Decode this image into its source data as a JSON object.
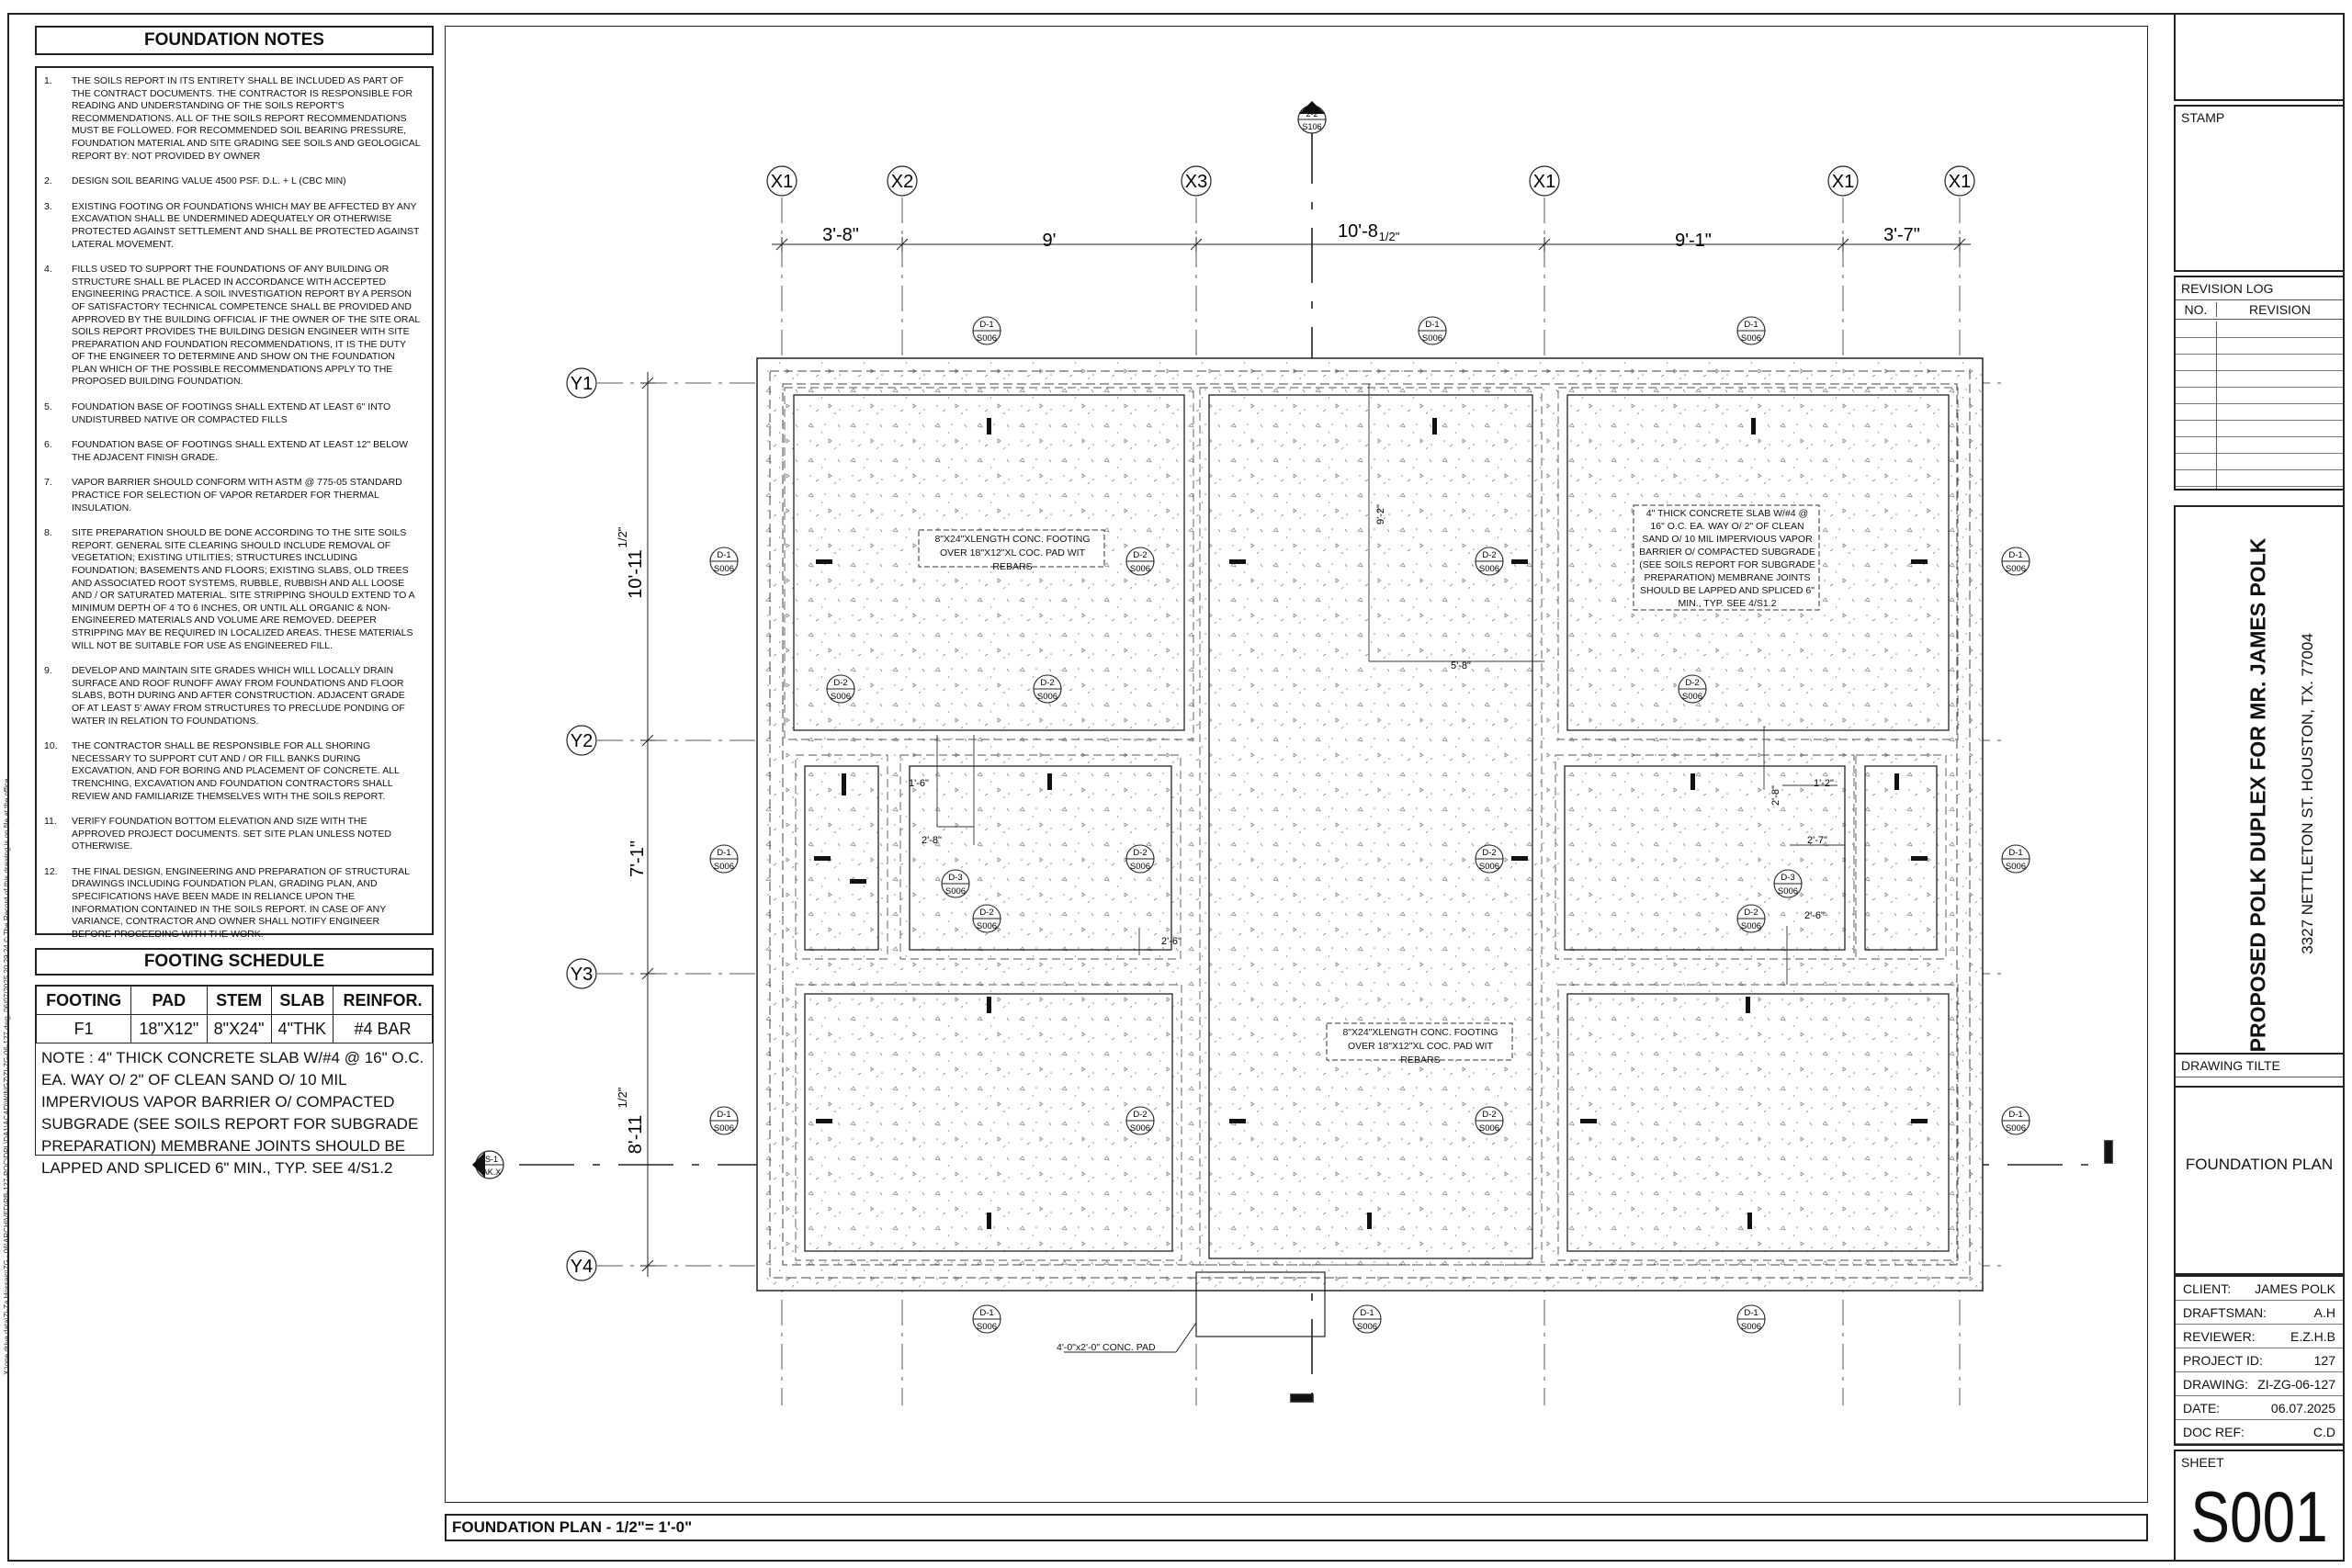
{
  "vertical_note": "X:\\one drive data\\Zi-Za Hossain\\ZG - 06\\ARCHIVED\\PB-127-POC\\DPL\\DA1\\ACAD\\WINGZ\\ZI-ZG-06-127.dwg, 06/07/2025 20:29:24  © The Record of this drawing is on file at the office",
  "foundation_notes": {
    "title": "FOUNDATION NOTES",
    "items": [
      {
        "num": "1.",
        "text": "THE SOILS REPORT IN ITS ENTIRETY SHALL BE INCLUDED AS PART OF THE CONTRACT DOCUMENTS. THE CONTRACTOR IS RESPONSIBLE FOR READING AND UNDERSTANDING OF THE SOILS REPORT'S RECOMMENDATIONS. ALL OF THE SOILS REPORT RECOMMENDATIONS MUST BE FOLLOWED. FOR RECOMMENDED SOIL BEARING PRESSURE, FOUNDATION MATERIAL AND SITE GRADING SEE SOILS AND GEOLOGICAL REPORT BY: NOT PROVIDED BY OWNER"
      },
      {
        "num": "2.",
        "text": "DESIGN SOIL BEARING VALUE 4500 PSF. D.L. + L (CBC MIN)"
      },
      {
        "num": "3.",
        "text": "EXISTING FOOTING OR FOUNDATIONS WHICH MAY BE AFFECTED BY ANY EXCAVATION SHALL BE UNDERMINED ADEQUATELY OR OTHERWISE PROTECTED AGAINST SETTLEMENT AND SHALL BE PROTECTED AGAINST LATERAL MOVEMENT."
      },
      {
        "num": "4.",
        "text": "FILLS USED TO SUPPORT THE FOUNDATIONS OF ANY BUILDING OR STRUCTURE SHALL BE PLACED IN ACCORDANCE WITH ACCEPTED ENGINEERING PRACTICE. A SOIL INVESTIGATION REPORT BY A PERSON OF SATISFACTORY TECHNICAL COMPETENCE SHALL BE PROVIDED AND APPROVED BY THE BUILDING OFFICIAL IF THE OWNER OF THE SITE ORAL SOILS REPORT PROVIDES THE BUILDING DESIGN ENGINEER WITH SITE PREPARATION AND FOUNDATION RECOMMENDATIONS, IT IS THE DUTY OF THE ENGINEER TO DETERMINE AND SHOW ON THE FOUNDATION PLAN WHICH OF THE POSSIBLE RECOMMENDATIONS APPLY TO THE PROPOSED BUILDING FOUNDATION."
      },
      {
        "num": "5.",
        "text": "FOUNDATION BASE OF FOOTINGS SHALL EXTEND AT LEAST 6\" INTO UNDISTURBED NATIVE OR COMPACTED FILLS"
      },
      {
        "num": "6.",
        "text": "FOUNDATION BASE OF FOOTINGS SHALL EXTEND AT LEAST 12\" BELOW THE ADJACENT FINISH GRADE."
      },
      {
        "num": "7.",
        "text": "VAPOR BARRIER SHOULD CONFORM WITH ASTM @ 775-05 STANDARD PRACTICE FOR SELECTION OF VAPOR RETARDER FOR THERMAL INSULATION."
      },
      {
        "num": "8.",
        "text": "SITE PREPARATION SHOULD BE DONE ACCORDING TO THE SITE SOILS REPORT. GENERAL SITE CLEARING SHOULD INCLUDE REMOVAL OF VEGETATION; EXISTING UTILITIES; STRUCTURES INCLUDING FOUNDATION; BASEMENTS AND FLOORS; EXISTING SLABS, OLD TREES AND ASSOCIATED ROOT SYSTEMS, RUBBLE, RUBBISH AND ALL LOOSE AND / OR SATURATED MATERIAL. SITE STRIPPING SHOULD EXTEND TO A MINIMUM DEPTH OF 4 TO 6 INCHES, OR UNTIL ALL ORGANIC & NON-ENGINEERED MATERIALS AND VOLUME ARE REMOVED. DEEPER STRIPPING MAY BE REQUIRED IN LOCALIZED AREAS. THESE MATERIALS WILL NOT BE SUITABLE FOR USE AS ENGINEERED FILL."
      },
      {
        "num": "9.",
        "text": "DEVELOP AND MAINTAIN SITE GRADES WHICH WILL LOCALLY DRAIN SURFACE AND ROOF RUNOFF AWAY FROM FOUNDATIONS AND FLOOR SLABS, BOTH DURING AND AFTER CONSTRUCTION. ADJACENT GRADE OF AT LEAST 5' AWAY FROM STRUCTURES TO PRECLUDE PONDING OF WATER IN RELATION TO FOUNDATIONS."
      },
      {
        "num": "10.",
        "text": "THE CONTRACTOR SHALL BE RESPONSIBLE FOR ALL SHORING NECESSARY TO SUPPORT CUT AND / OR FILL BANKS DURING EXCAVATION, AND FOR BORING AND PLACEMENT OF CONCRETE. ALL TRENCHING, EXCAVATION AND FOUNDATION CONTRACTORS SHALL REVIEW AND FAMILIARIZE THEMSELVES WITH THE SOILS REPORT."
      },
      {
        "num": "11.",
        "text": "VERIFY FOUNDATION BOTTOM ELEVATION AND SIZE WITH THE APPROVED PROJECT DOCUMENTS. SET SITE PLAN UNLESS NOTED OTHERWISE."
      },
      {
        "num": "12.",
        "text": "THE FINAL DESIGN, ENGINEERING AND PREPARATION OF STRUCTURAL DRAWINGS INCLUDING FOUNDATION PLAN, GRADING PLAN, AND SPECIFICATIONS HAVE BEEN MADE IN RELIANCE UPON THE INFORMATION CONTAINED IN THE SOILS REPORT. IN CASE OF ANY VARIANCE, CONTRACTOR AND OWNER SHALL NOTIFY ENGINEER BEFORE PROCEEDING WITH THE WORK."
      }
    ]
  },
  "footing_schedule": {
    "title": "FOOTING SCHEDULE",
    "headers": [
      "FOOTING",
      "PAD",
      "STEM",
      "SLAB",
      "REINFOR."
    ],
    "row": [
      "F1",
      "18\"X12\"",
      "8\"X24\"",
      "4\"THK",
      "#4 BAR"
    ],
    "note": "NOTE : 4\" THICK CONCRETE SLAB W/#4 @ 16\" O.C. EA. WAY O/ 2\" OF CLEAN SAND O/ 10 MIL IMPERVIOUS VAPOR BARRIER O/ COMPACTED SUBGRADE (SEE SOILS REPORT FOR SUBGRADE PREPARATION) MEMBRANE JOINTS SHOULD BE LAPPED AND SPLICED 6\" MIN., TYP. SEE 4/S1.2"
  },
  "plan": {
    "grid_x": [
      "X1",
      "X2",
      "X3",
      "X1",
      "X1",
      "X1"
    ],
    "grid_y": [
      "Y1",
      "Y2",
      "Y3",
      "Y4"
    ],
    "dims_top": [
      "3'-8\"",
      "9'",
      "10'-8",
      "9'-1\"",
      "3'-7\""
    ],
    "dims_top_frac": "1/2\"",
    "dims_left": [
      "10'-11",
      "7'-1\"",
      "8'-11"
    ],
    "dims_left_frac": "1/2\"",
    "section_top": {
      "num": "2-2",
      "ref": "S106"
    },
    "section_left": {
      "num": "S-1",
      "ref": "AK.X"
    },
    "note_footing_top": "8\"X24\"XLENGTH CONC. FOOTING OVER 18\"X12\"XL COC. PAD WIT REBARS",
    "note_footing_bottom": "8\"X24\"XLENGTH CONC. FOOTING OVER 18\"X12\"XL COC. PAD WIT REBARS",
    "note_slab": "4\" THICK CONCRETE SLAB W/#4 @ 16\" O.C. EA. WAY O/ 2\" OF CLEAN SAND O/ 10 MIL IMPERVIOUS VAPOR BARRIER O/ COMPACTED SUBGRADE (SEE SOILS REPORT FOR SUBGRADE PREPARATION) MEMBRANE JOINTS SHOULD BE LAPPED AND SPLICED 6\" MIN., TYP. SEE 4/S1.2",
    "note_pad": "4'-0\"x2'-0\" CONC. PAD",
    "dim_inner": [
      "9'-2\"",
      "5'-8\"",
      "1'-6\"",
      "2'-8\"",
      "2'-6\"",
      "1'-2\"",
      "2'-7\"",
      "2'-8\"",
      "2'-6\""
    ],
    "section_tags": [
      {
        "num": "D-1",
        "ref": "S006"
      },
      {
        "num": "D-1",
        "ref": "S006"
      },
      {
        "num": "D-1",
        "ref": "S006"
      },
      {
        "num": "D-1",
        "ref": "S006"
      },
      {
        "num": "D-2",
        "ref": "S006"
      },
      {
        "num": "D-2",
        "ref": "S006"
      },
      {
        "num": "D-1",
        "ref": "S006"
      },
      {
        "num": "D-2",
        "ref": "S006"
      },
      {
        "num": "D-2",
        "ref": "S006"
      },
      {
        "num": "D-2",
        "ref": "S006"
      },
      {
        "num": "D-1",
        "ref": "S006"
      },
      {
        "num": "D-2",
        "ref": "S006"
      },
      {
        "num": "D-2",
        "ref": "S006"
      },
      {
        "num": "D-1",
        "ref": "S006"
      },
      {
        "num": "D-3",
        "ref": "S006"
      },
      {
        "num": "D-3",
        "ref": "S006"
      },
      {
        "num": "D-2",
        "ref": "S006"
      },
      {
        "num": "D-2",
        "ref": "S006"
      },
      {
        "num": "D-1",
        "ref": "S006"
      },
      {
        "num": "D-2",
        "ref": "S006"
      },
      {
        "num": "D-2",
        "ref": "S006"
      },
      {
        "num": "D-1",
        "ref": "S006"
      },
      {
        "num": "D-1",
        "ref": "S006"
      },
      {
        "num": "D-1",
        "ref": "S006"
      },
      {
        "num": "D-1",
        "ref": "S006"
      }
    ],
    "plan_title": "FOUNDATION PLAN - 1/2\"= 1'-0\""
  },
  "title_block": {
    "stamp": "STAMP",
    "revision_log": "REVISION LOG",
    "rev_no": "NO.",
    "rev_col": "REVISION",
    "project_title": "PROPOSED POLK DUPLEX FOR MR. JAMES POLK",
    "project_address": "3327 NETTLETON ST. HOUSTON, TX. 77004",
    "drawing_title_label": "DRAWING TILTE",
    "drawing_title": "FOUNDATION PLAN",
    "fields": [
      {
        "label": "CLIENT:",
        "value": "JAMES POLK"
      },
      {
        "label": "DRAFTSMAN:",
        "value": "A.H"
      },
      {
        "label": "REVIEWER:",
        "value": "E.Z.H.B"
      },
      {
        "label": "PROJECT ID:",
        "value": "127"
      },
      {
        "label": "DRAWING:",
        "value": "ZI-ZG-06-127"
      },
      {
        "label": "DATE:",
        "value": "06.07.2025"
      },
      {
        "label": "DOC REF:",
        "value": "C.D"
      }
    ],
    "sheet_label": "SHEET",
    "sheet_number": "S001"
  }
}
